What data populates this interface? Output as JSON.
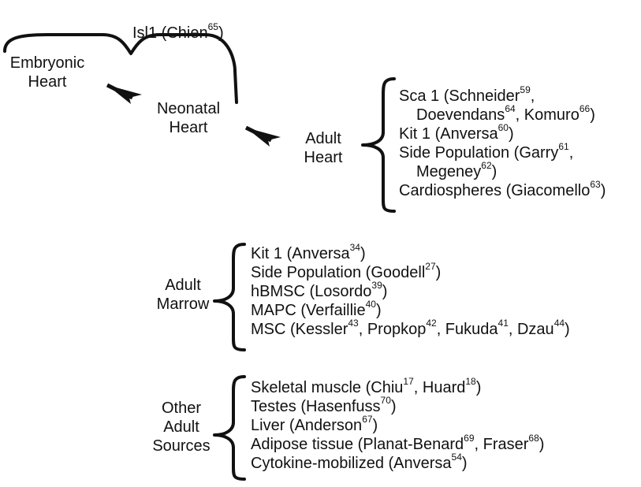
{
  "top": {
    "isl1_label": "Isl1 (Chien",
    "isl1_ref": "65",
    "embryonic_line1": "Embryonic",
    "embryonic_line2": "Heart",
    "neonatal_line1": "Neonatal",
    "neonatal_line2": "Heart",
    "adult_line1": "Adult",
    "adult_line2": "Heart"
  },
  "adult_heart_list": [
    {
      "parts": [
        [
          "Sca 1 (Schneider",
          "59"
        ],
        [
          ",",
          ""
        ]
      ]
    },
    {
      "parts": [
        [
          "Doevendans",
          "64"
        ],
        [
          ", Komuro",
          "66"
        ],
        [
          ")",
          ""
        ]
      ],
      "indent": true
    },
    {
      "parts": [
        [
          "Kit 1 (Anversa",
          "60"
        ],
        [
          ")",
          ""
        ]
      ]
    },
    {
      "parts": [
        [
          "Side Population (Garry",
          "61"
        ],
        [
          ",",
          ""
        ]
      ]
    },
    {
      "parts": [
        [
          "Megeney",
          "62"
        ],
        [
          ")",
          ""
        ]
      ],
      "indent": true
    },
    {
      "parts": [
        [
          "Cardiospheres (Giacomello",
          "63"
        ],
        [
          ")",
          ""
        ]
      ]
    }
  ],
  "marrow": {
    "label_line1": "Adult",
    "label_line2": "Marrow"
  },
  "marrow_list": [
    {
      "parts": [
        [
          "Kit 1 (Anversa",
          "34"
        ],
        [
          ")",
          ""
        ]
      ]
    },
    {
      "parts": [
        [
          "Side Population (Goodell",
          "27"
        ],
        [
          ")",
          ""
        ]
      ]
    },
    {
      "parts": [
        [
          "hBMSC (Losordo",
          "39"
        ],
        [
          ")",
          ""
        ]
      ]
    },
    {
      "parts": [
        [
          "MAPC (Verfaillie",
          "40"
        ],
        [
          ")",
          ""
        ]
      ]
    },
    {
      "parts": [
        [
          "MSC (Kessler",
          "43"
        ],
        [
          ", Propkop",
          "42"
        ],
        [
          ", Fukuda",
          "41"
        ],
        [
          ", Dzau",
          "44"
        ],
        [
          ")",
          ""
        ]
      ]
    }
  ],
  "other": {
    "label_line1": "Other",
    "label_line2": "Adult",
    "label_line3": "Sources"
  },
  "other_list": [
    {
      "parts": [
        [
          "Skeletal muscle (Chiu",
          "17"
        ],
        [
          ", Huard",
          "18"
        ],
        [
          ")",
          ""
        ]
      ]
    },
    {
      "parts": [
        [
          "Testes (Hasenfuss",
          "70"
        ],
        [
          ")",
          ""
        ]
      ]
    },
    {
      "parts": [
        [
          "Liver (Anderson",
          "67"
        ],
        [
          ")",
          ""
        ]
      ]
    },
    {
      "parts": [
        [
          "Adipose tissue (Planat-Benard",
          "69"
        ],
        [
          ", Fraser",
          "68"
        ],
        [
          ")",
          ""
        ]
      ]
    },
    {
      "parts": [
        [
          "Cytokine-mobilized (Anversa",
          "54"
        ],
        [
          ")",
          ""
        ]
      ]
    }
  ]
}
